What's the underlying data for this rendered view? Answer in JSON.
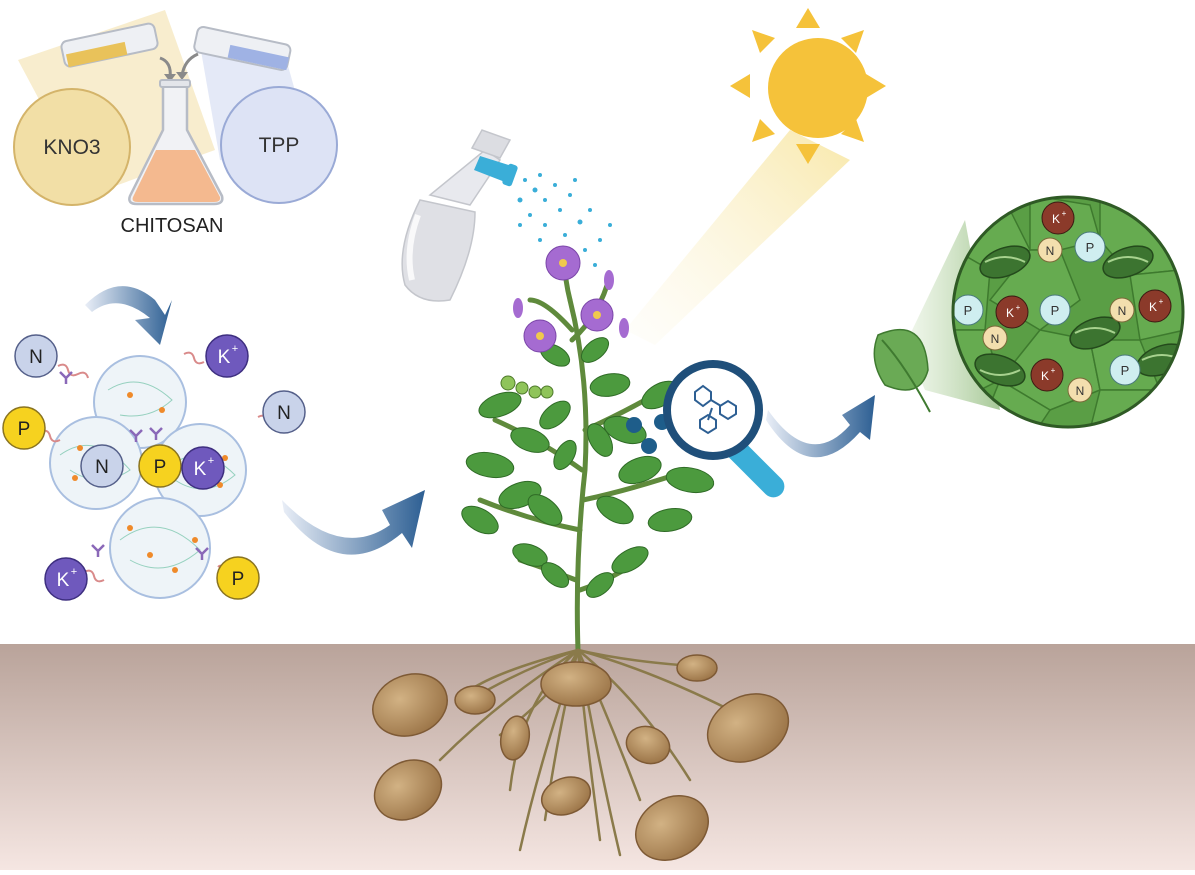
{
  "labels": {
    "kno3": "KNO3",
    "tpp": "TPP",
    "chitosan": "CHITOSAN"
  },
  "nutrients": {
    "n": "N",
    "p": "P",
    "k": "K",
    "k_sup": "+"
  },
  "colors": {
    "kno3_fill": "#f2dfa6",
    "tpp_fill": "#dde3f5",
    "flask_liquid": "#f4b98f",
    "sun": "#f5c23a",
    "arrow": "#2d5f93",
    "soil_top": "#bfa9a0",
    "soil_bottom": "#f2e2dd",
    "leaf": "#4c9a3e",
    "flower": "#a56bd1",
    "tuber": "#a98458",
    "n_ball": "#c9d3ea",
    "p_ball": "#f6d21f",
    "k_ball": "#6f59bd",
    "zoom_bg": "#5a9e45",
    "zoom_k": "#8b3a2a",
    "zoom_n": "#f3dfae",
    "zoom_p": "#cfeef0"
  },
  "icons": [
    "sun-icon",
    "spray-bottle-icon",
    "magnifier-icon",
    "leaf-icon",
    "flask-icon",
    "test-tube-icon"
  ]
}
